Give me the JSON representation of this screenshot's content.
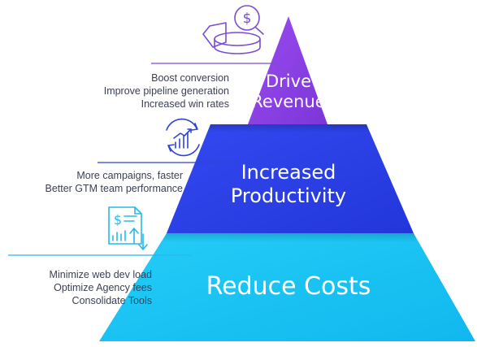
{
  "diagram": {
    "tiers": [
      {
        "lines": [
          "Drive",
          "Revenue"
        ],
        "color": "#8b3fe0"
      },
      {
        "lines": [
          "Increased",
          "Productivity"
        ],
        "color": "#2b3fe8"
      },
      {
        "lines": [
          "Reduce Costs"
        ],
        "color": "#19c4f5"
      }
    ],
    "benefits": {
      "revenue": [
        "Boost conversion",
        "Improve pipeline generation",
        "Increased win rates"
      ],
      "productivity": [
        "More campaigns, faster",
        "Better GTM team performance"
      ],
      "costs": [
        "Minimize web dev load",
        "Optimize Agency fees",
        "Consolidate Tools"
      ]
    },
    "icons": [
      "money-pie-chart-icon",
      "growth-chart-cycle-icon",
      "invoice-document-icon"
    ],
    "accent_colors": {
      "revenue_line": "#7b4bd6",
      "productivity_line": "#2f44d8",
      "costs_line": "#28b9ea",
      "text": "#3a3f55"
    }
  }
}
